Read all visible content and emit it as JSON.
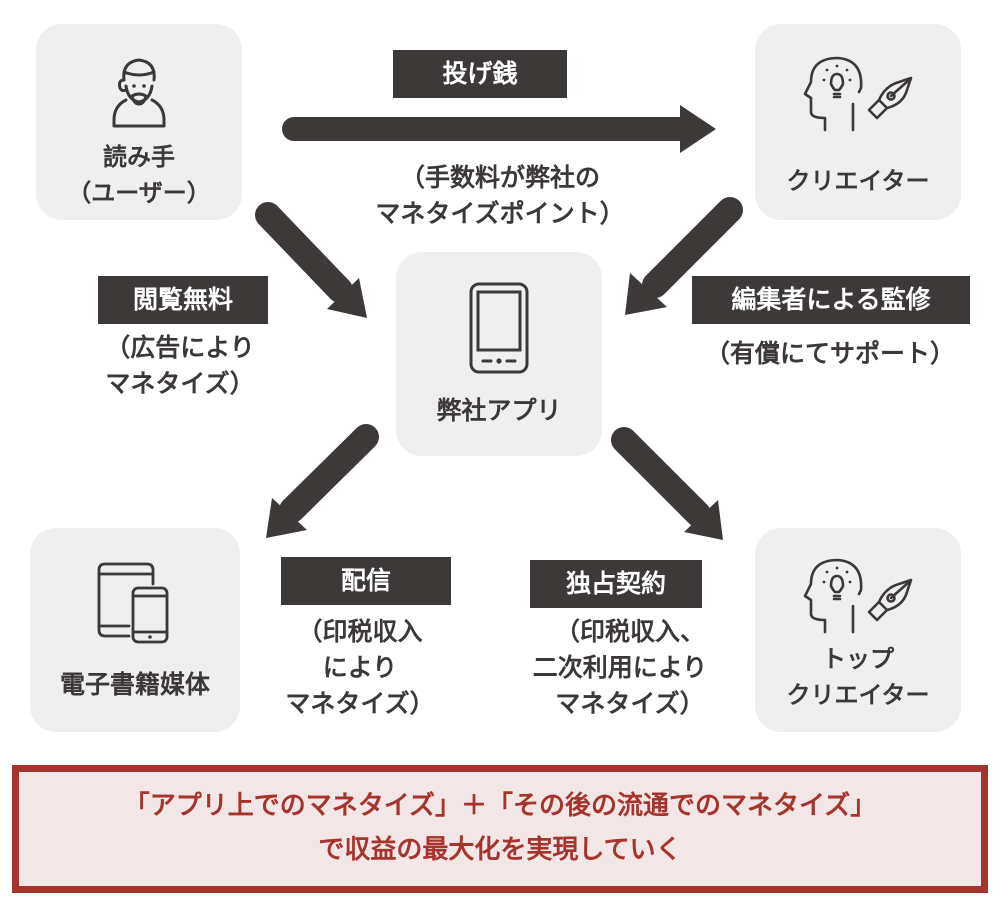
{
  "nodes": {
    "reader": {
      "line1": "読み手",
      "line2": "（ユーザー）",
      "icon": "user-bearded-icon"
    },
    "creator": {
      "label": "クリエイター",
      "icon": "creative-mind-pen-icon"
    },
    "app": {
      "label": "弊社アプリ",
      "icon": "smartphone-icon"
    },
    "ebook": {
      "label": "電子書籍媒体",
      "icon": "tablet-phone-icon"
    },
    "top_creator": {
      "line1": "トップ",
      "line2": "クリエイター",
      "icon": "creative-mind-pen-icon"
    }
  },
  "flows": {
    "tip": {
      "tag": "投げ銭",
      "note_line1": "（手数料が弊社の",
      "note_line2": "マネタイズポイント）"
    },
    "free_view": {
      "tag": "閲覧無料",
      "note_line1": "（広告により",
      "note_line2": "マネタイズ）"
    },
    "editor": {
      "tag": "編集者による監修",
      "note_line1": "（有償にてサポート）"
    },
    "distribution": {
      "tag": "配信",
      "note_line1": "（印税収入",
      "note_line2": "により",
      "note_line3": "マネタイズ）"
    },
    "exclusive": {
      "tag": "独占契約",
      "note_line1": "（印税収入、",
      "note_line2": "二次利用により",
      "note_line3": "マネタイズ）"
    }
  },
  "summary": {
    "line1": "「アプリ上でのマネタイズ」＋「その後の流通でのマネタイズ」",
    "line2": "で収益の最大化を実現していく"
  },
  "colors": {
    "dark": "#3d3938",
    "node_bg": "#efefef",
    "accent_red": "#a5342c",
    "summary_bg": "#f3e6e6"
  }
}
